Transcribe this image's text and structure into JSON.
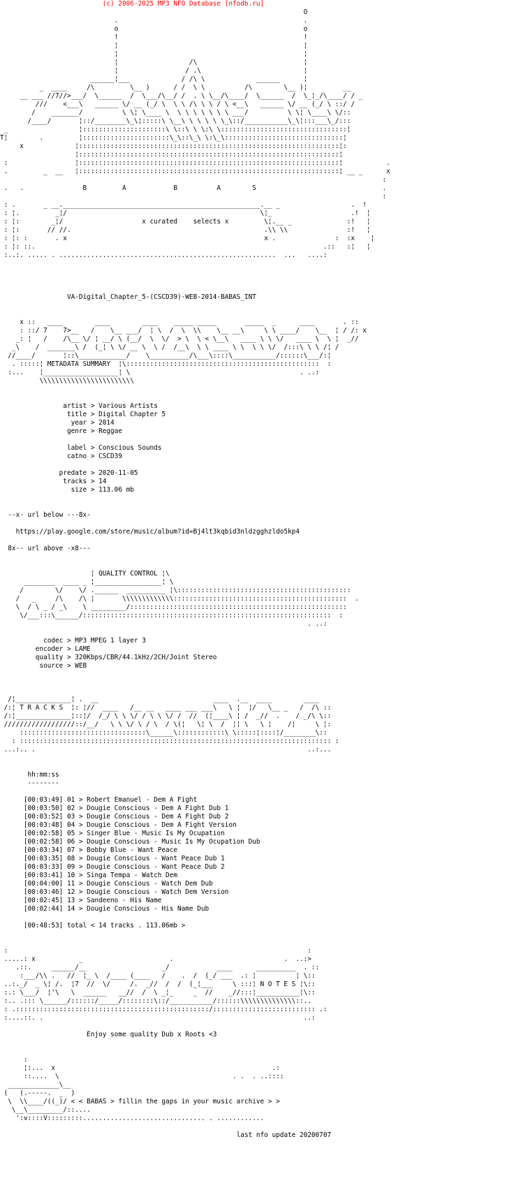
{
  "header": {
    "copyright": "(c) 2006-2025 MP3 NFO Database [nfodb.ru]",
    "copyright_color": "#ff0000"
  },
  "release": {
    "name": "VA-Digital_Chapter_5-(CSCD39)-WEB-2014-BABAS_INT",
    "group": "BABAS",
    "group_motto": "x curated    selects x",
    "group_letters": "B         A            B          A         S"
  },
  "metadata": {
    "section_title": "METADATA SUMMARY",
    "groups": [
      [
        {
          "label": "artist",
          "value": "Various Artists"
        },
        {
          "label": "title",
          "value": "Digital Chapter 5"
        },
        {
          "label": "year",
          "value": "2014"
        },
        {
          "label": "genre",
          "value": "Reggae"
        }
      ],
      [
        {
          "label": "label",
          "value": "Conscious Sounds"
        },
        {
          "label": "catno",
          "value": "CSCD39"
        }
      ],
      [
        {
          "label": "predate",
          "value": "2020-11-05"
        },
        {
          "label": "tracks",
          "value": "14"
        },
        {
          "label": "size",
          "value": "113.06 mb"
        }
      ]
    ]
  },
  "url": {
    "marker_below": "--x- url below ---8x-",
    "href": "https://play.google.com/store/music/album?id=Bj4lt3kqbid3nldzgghzldo5kp4",
    "marker_above": "8x-- url above -x8---"
  },
  "quality": {
    "section_title": "QUALITY CONTROL",
    "fields": [
      {
        "label": "codec",
        "value": "MP3 MPEG 1 layer 3"
      },
      {
        "label": "encoder",
        "value": "LAME"
      },
      {
        "label": "quality",
        "value": "320Kbps/CBR/44.1kHz/2CH/Joint Stereo"
      },
      {
        "label": "source",
        "value": "WEB"
      }
    ]
  },
  "tracks": {
    "section_title": "T R A C K S",
    "time_header": "hh:mm:ss",
    "time_underline": "--------",
    "items": [
      {
        "length": "[00:03:49]",
        "num": "01",
        "artist": "Robert Emanuel",
        "title": "Dem A Fight"
      },
      {
        "length": "[00:03:50]",
        "num": "02",
        "artist": "Dougie Conscious",
        "title": "Dem A Fight Dub 1"
      },
      {
        "length": "[00:03:52]",
        "num": "03",
        "artist": "Dougie Conscious",
        "title": "Dem A Fight Dub 2"
      },
      {
        "length": "[00:03:48]",
        "num": "04",
        "artist": "Dougie Conscious",
        "title": "Dem A Fight Version"
      },
      {
        "length": "[00:02:58]",
        "num": "05",
        "artist": "Singer Blue",
        "title": "Music Is My Ocupation"
      },
      {
        "length": "[00:02:58]",
        "num": "06",
        "artist": "Dougie Conscious",
        "title": "Music Is My Ocupation Dub"
      },
      {
        "length": "[00:03:34]",
        "num": "07",
        "artist": "Bobby Blue",
        "title": "Want Peace"
      },
      {
        "length": "[00:03:35]",
        "num": "08",
        "artist": "Dougie Conscious",
        "title": "Want Peace Dub 1"
      },
      {
        "length": "[00:03:33]",
        "num": "09",
        "artist": "Dougie Conscious",
        "title": "Want Peace Dub 2"
      },
      {
        "length": "[00:03:41]",
        "num": "10",
        "artist": "Singa Tempa",
        "title": "Watch Dem"
      },
      {
        "length": "[00:04:00]",
        "num": "11",
        "artist": "Dougie Conscious",
        "title": "Watch Dem Dub"
      },
      {
        "length": "[00:03:46]",
        "num": "12",
        "artist": "Dougie Conscious",
        "title": "Watch Dem Version"
      },
      {
        "length": "[00:02:45]",
        "num": "13",
        "artist": "Sandeeno",
        "title": "His Name"
      },
      {
        "length": "[00:02:44]",
        "num": "14",
        "artist": "Dougie Conscious",
        "title": "His Name Dub"
      }
    ],
    "total": "[00:48:53] total < 14 tracks . 113.06mb >"
  },
  "notes": {
    "section_title": "N O T E S",
    "message": "Enjoy some quality Dub x Roots <3"
  },
  "footer": {
    "tagline": "< < BABAS > fillin the gaps in your music archive > >",
    "last_update": "last nfo update 20200707"
  },
  "ascii_art": {
    "top_logo": [
      "                                                                             O",
      "                             .                                               .",
      "                             o                                               o",
      "                             !                                               !",
      "                             ¦                                               ¦",
      "                             ¦                                               ¦",
      "                             ¦                  /\\                           ¦",
      "                             ¦                 / .\\                          ¦",
      "                       ______¦___             / /\\ \\             ______      ¦",
      "          _  ____     /\\         \\__ )      / /  \\ \\          /\\        \\__ )¦         __",
      "     __ ___ //7//>___/  \\______  /  \\___/\\__/ /  . \\ \\__/\\____/  \\______  /  \\_¦_/\\____/ / _",
      "         ///    <___\\   ______ \\/ __ (_/ \\  \\ \\ /\\ \\ \\ / \\ <__\\   ______ \\/ __ (_/ \\ ::/ /",
      "        /    _______/          \\ \\¦ \\____ \\  \\ \\ \\ \\ \\ \\ \\ ___/          \\ \\¦ \\____\\ \\/::",
      "       /____/       ¦::/________\\_\\¦:::::\\ \\__\\ \\ \\ \\ \\ \\_\\::/___________\\_\\¦:::___\\_/:::",
      " _                  ¦:::::::::::::::::::::\\ \\::\\ \\ \\:\\ \\::::::::::::::::::::::::::::::::¦",
      "T¦        .         ¦::::::::::::::::::::::\\_\\::\\_\\ \\:\\_\\::::::::::::::::::::::::::::::¦",
      "     x             ¦::::::::::::::::::::::::::::::::::::::::::::::::::::::::::::::::::¦:",
      "                   ¦::::::::::::::::::::::::::::::::::::::::::::::::::::::::::::::::::¦",
      " :                 ¦::::::::::::::::::::::::::::::::::::::::::::::::::::::::::::::::::¦           .",
      " .         _  __   ¦::::::::::::::::::::::::::::::::::::::::::::::::::::::::::::::::::¦ __ _      x",
      "                                                                                                 :",
      " .   .               B         A            B          A        S                                .",
      "                                                                                                 :",
      " : .       _ __.__________________________________________________.__ _                  .  !",
      " : ¦.         _¦/                                                 \\¦_                    .!  ¦",
      " : ¦:        _¦/                    x curated    selects x         \\¦.__ _              :!   ¦",
      " : ¦:       // //.                                                 .\\\\ \\\\               :!   ¦",
      " : ¦: :       . x                                                  x .               :  :x    ¦",
      " : ¦: ::.                                                                         .::   :¦   ¦",
      " :..:. ..... . .......................................................  ...   ....:"
    ],
    "metadata_banner": [
      "     x ::   ____        ____        ____    _____ _____       _____  _      ____       . ::",
      "     : ::/ 7    7>__   /    \\__ ___/  ¦ \\  /  \\  \\\\    \\__ __\\     \\ \\ ____/    \\__  ¦ / /: x",
      "    _: ¦   /    /\\__ \\/ ¦ __/ \\ (__/  \\  \\/  > \\  \\ < \\__\\   ____ \\ \\ \\/   ____ \\  \\ ¦  _//",
      "   _\\    /  _______\\ /  (_¦ \\ \\/ __ \\  \\ /  /__\\  \\ \\ ____ \\ \\  \\ \\ \\/  /:::\\ \\ \\ /¦ /",
      "  //____/       ¦::\\____________/    \\__________/\\___\\::::\\___________/::::::\\___/:¦",
      "   . :::::¦ METADATA SUMMARY  ¦\\:::::::::::::::::::::::::::::::::::::::::::::::::  :",
      "  :...    ¦___________________¦ \\                                           . ..:",
      "          \\\\\\\\\\\\\\\\\\\\\\\\\\\\\\\\\\\\\\\\\\\\\\\\"
    ],
    "quality_banner": [
      "                       ¦ QUALITY CONTROL ¦\\",
      "      ________  ____ _ ¦_________________¦ \\",
      "     /        \\/    \\/ .______  __________ ¦\\::::::::::::::::::::::::::::::::::::::::::::",
      "    /   _     /\\    /\\ ¦       \\\\\\\\\\\\\\\\\\\\\\\\\\::::::::::::::::::::::::::::::::::::::::::::  .",
      "    \\  / \\ _ / _\\    \\ _________/:::::::::::::::::::::::::::::::::::::::::::::::::::::::",
      "     \\/___:::\\______/:::::::::::::::::::::::::::::::::::::::::::::::::::::::::::::::  :",
      "                                                                              . ..:"
    ],
    "tracks_banner": [
      "  /¦______________¦ .  __                             ____  .__  ____        ____",
      " /:¦ T R A C K S  ¦: ¦//  ____   /__ __   ____ ___ ___\\   \\ ¦  ¦/   \\__ _   /  /\\ ::",
      " /:¦______________¦::¦/  /_/ \\ \\ \\/ / \\ \\ \\/ /  //  (¦____\\ ¦ /  _//  .    / _/\\ \\::",
      " //////////////////::/__/   \\ \\ \\/ \\ / \\  / \\(¦   \\¦ \\  /  ¦¦ \\   \\ ¦    /¦     \\ ¦:",
      "     ::::::::::::::::::::::::::::::::\\______\\::::::::::::\\ \\:::::¦::::¦/________\\::",
      "   : ::::::::::::::::::::::::::::::::::::::::::::::::::::::::::::::::::::::::::::::: :",
      " ...:.. .                                                                     ..:..."
    ],
    "notes_banner": [
      " :                                                                            :",
      " .....: x           _                      .                            .  ..:>",
      "    .::.     ______/__                   _/            ____      __________  . ::",
      "     :___/\\\\ .   //  ¦_ \\  /____ (____   /    .  /  (_/ ___  .: ¦          ¦ \\::",
      " ..:._/  _ \\¦ /.  ¦7  //  \\/     /.  _//  /  /  (_¦___     \\ :::¦ N O T E S ¦\\::",
      " :.: \\___/  ¦'\\   \\  ______   __//  /  \\ _¦_     _  //    _//:::¦___________¦\\::",
      " :.. .::: \\______/::::::/_____/::::::::\\::/___________/::::::\\\\\\\\\\\\\\\\\\\\\\\\\\\\::..",
      " : .:::::::::::::::::::::::::::::::::::::::::::::::::/:::::::::::::::::::::::::: .:",
      " :....::. .                                                                  ..:"
    ],
    "car_top": [
      "      :",
      "      ¦:...  x                                                       .:",
      "      ::....  \\                                            . .  . ..::::",
      "  _____________\\__",
      " (   (.-----.  _  )"
    ],
    "car_tagline_prefix": "  \\  \\\\____/((_)/ ",
    "car_bottom": [
      "   \\__\\_________/::....",
      "    ':v::::V:::::::::............................... . ............"
    ]
  }
}
